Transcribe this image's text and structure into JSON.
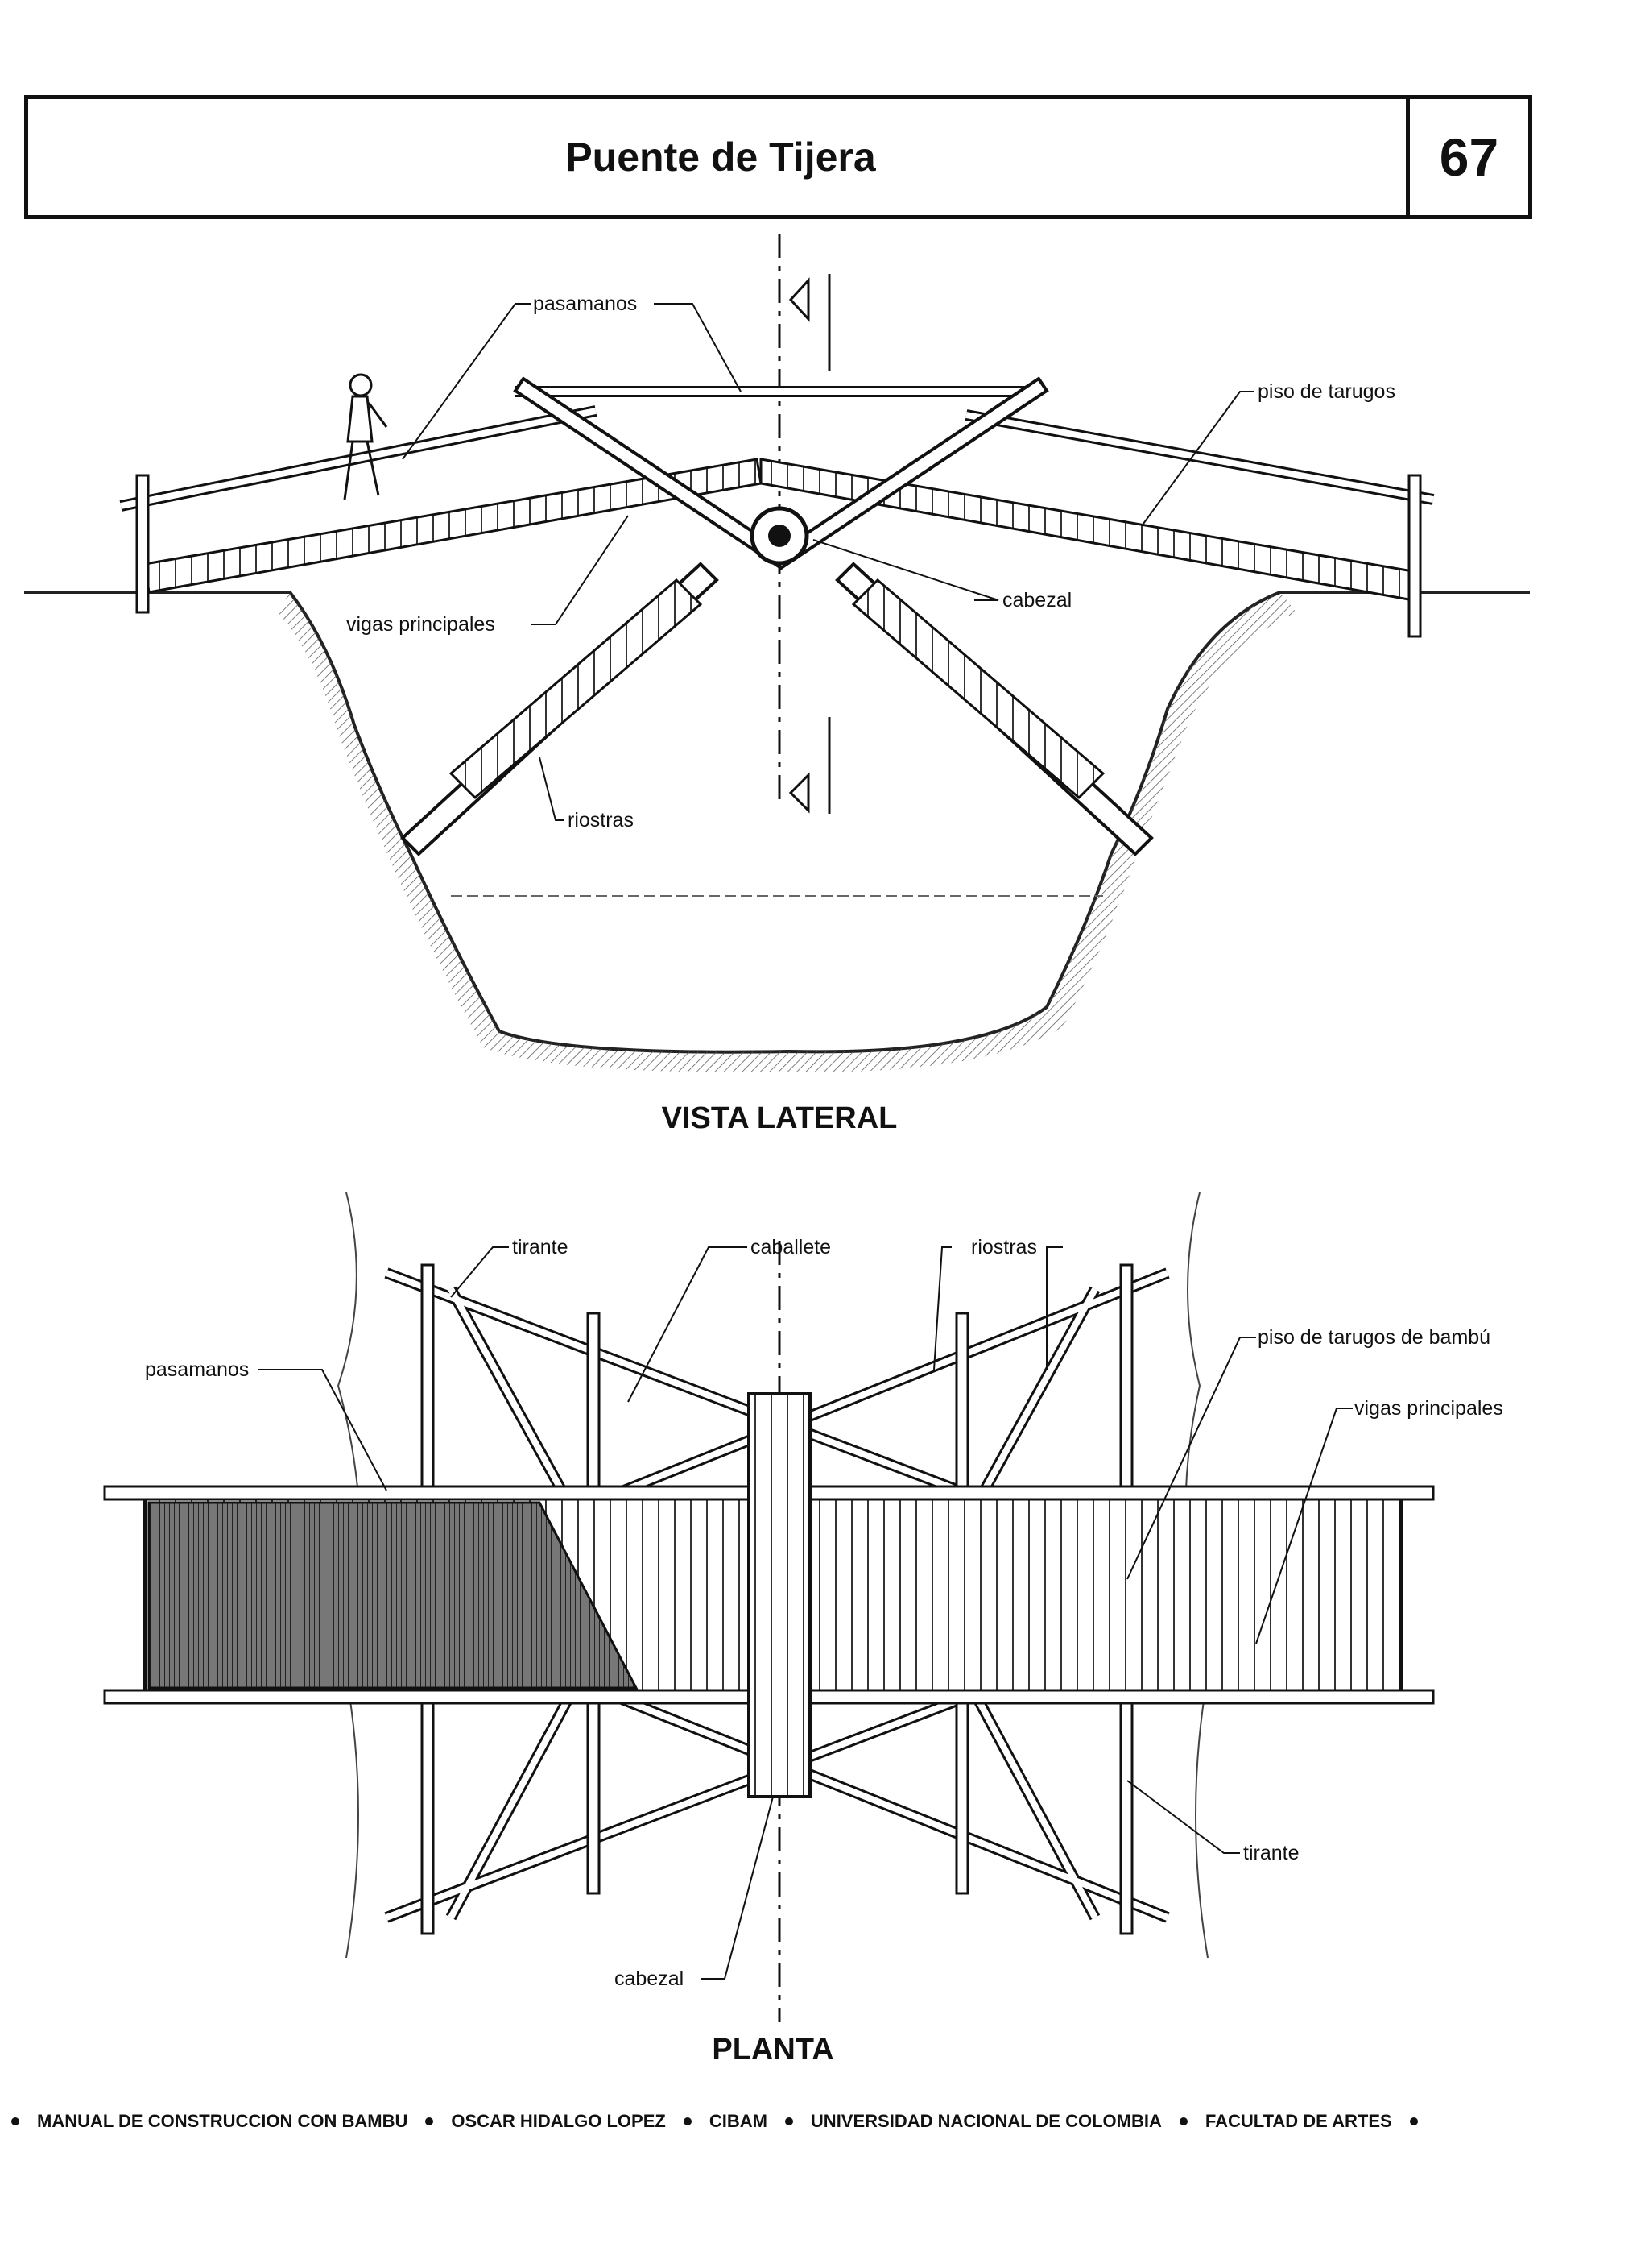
{
  "header": {
    "title": "Puente de Tijera",
    "page_number": "67"
  },
  "lateral": {
    "caption": "VISTA LATERAL",
    "labels": {
      "pasamanos": "pasamanos",
      "piso": "piso de tarugos",
      "vigas": "vigas principales",
      "cabezal": "cabezal",
      "riostras": "riostras"
    }
  },
  "plan": {
    "caption": "PLANTA",
    "labels": {
      "tirante_top": "tirante",
      "caballete": "caballete",
      "riostras": "riostras",
      "pasamanos": "pasamanos",
      "piso": "piso de tarugos de bambú",
      "vigas": "vigas principales",
      "tirante_bottom": "tirante",
      "cabezal": "cabezal"
    }
  },
  "footer": {
    "items": [
      "MANUAL DE CONSTRUCCION CON BAMBU",
      "OSCAR HIDALGO LOPEZ",
      "CIBAM",
      "UNIVERSIDAD NACIONAL DE COLOMBIA",
      "FACULTAD DE ARTES"
    ]
  }
}
